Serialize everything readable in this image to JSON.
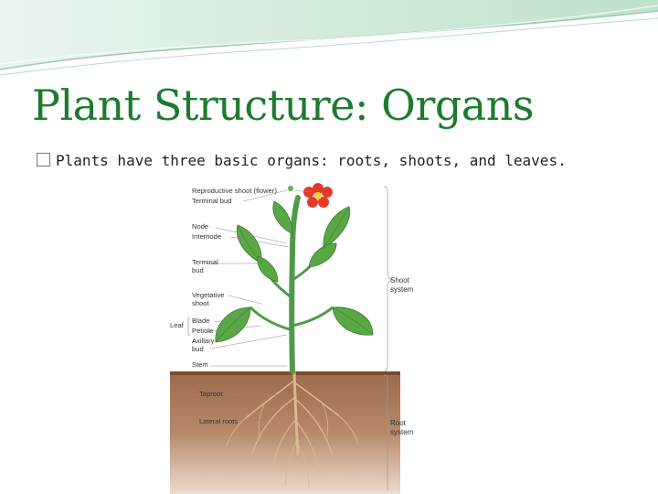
{
  "slide": {
    "title": "Plant Structure: Organs",
    "bullet": "Plants have three basic organs: roots, shoots, and leaves."
  },
  "colors": {
    "title": "#1e7a30",
    "header_band": "#cfe9d8",
    "soil": "#8a5a3c",
    "leaf": "#5aa845",
    "flower": "#e23b2e"
  },
  "diagram": {
    "labels": {
      "reproductive_shoot": "Reproductive shoot (flower)",
      "terminal_bud_top": "Terminal bud",
      "node": "Node",
      "internode": "Internode",
      "terminal_bud_line1": "Terminal",
      "terminal_bud_line2": "bud",
      "vegetative_line1": "Vegetative",
      "vegetative_line2": "shoot",
      "leaf": "Leaf",
      "blade": "Blade",
      "petiole": "Petiole",
      "axillary_line1": "Axillary",
      "axillary_line2": "bud",
      "stem": "Stem",
      "taproot": "Taproot",
      "lateral_roots": "Lateral roots",
      "shoot_system_line1": "Shoot",
      "shoot_system_line2": "system",
      "root_system_line1": "Root",
      "root_system_line2": "system"
    }
  }
}
